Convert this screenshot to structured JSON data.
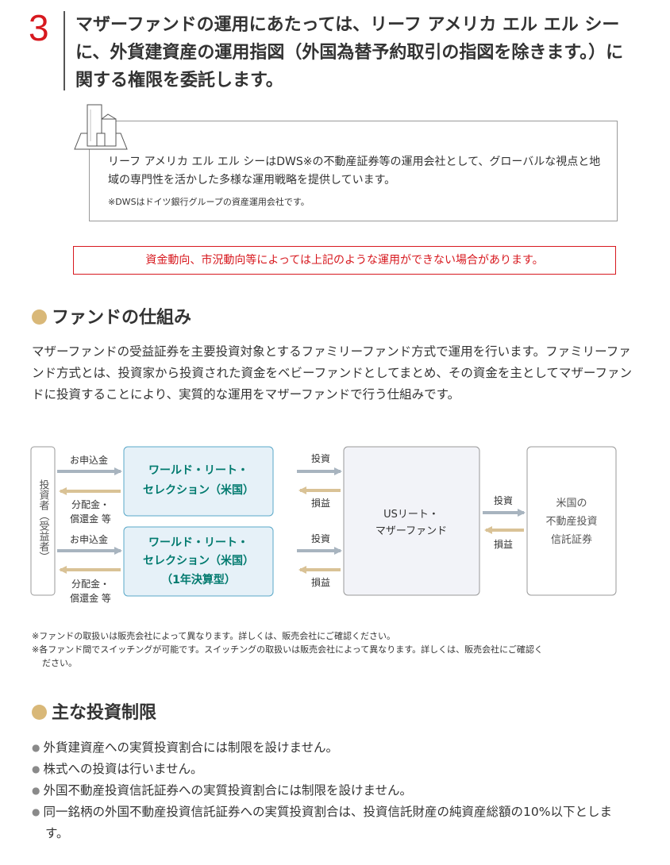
{
  "step": {
    "number": "3",
    "text": "マザーファンドの運用にあたっては、リーフ アメリカ エル エル シーに、外貨建資産の運用指図（外国為替予約取引の指図を除きます。）に関する権限を委託します。"
  },
  "info_box": {
    "body": "リーフ アメリカ エル エル シーはDWS※の不動産証券等の運用会社として、グローバルな視点と地域の専門性を活かした多様な運用戦略を提供しています。",
    "note": "※DWSはドイツ銀行グループの資産運用会社です。"
  },
  "warning": "資金動向、市況動向等によっては上記のような運用ができない場合があります。",
  "section1": {
    "title": "ファンドの仕組み",
    "body": "マザーファンドの受益証券を主要投資対象とするファミリーファンド方式で運用を行います。ファミリーファンド方式とは、投資家から投資された資金をベビーファンドとしてまとめ、その資金を主としてマザーファンドに投資することにより、実質的な運用をマザーファンドで行う仕組みです。"
  },
  "diagram": {
    "investor": "投資者（受益者）",
    "subscribe": "お申込金",
    "distribution_line1": "分配金・",
    "distribution_line2": "償還金 等",
    "invest": "投資",
    "gain_loss": "損益",
    "fund1_line1": "ワールド・リート・",
    "fund1_line2": "セレクション（米国）",
    "fund2_line1": "ワールド・リート・",
    "fund2_line2": "セレクション（米国）",
    "fund2_line3": "（1年決算型）",
    "mother_line1": "USリート・",
    "mother_line2": "マザーファンド",
    "target_line1": "米国の",
    "target_line2": "不動産投資",
    "target_line3": "信託証券",
    "colors": {
      "fund_text": "#007a6e",
      "fund_border": "#5aa8c8",
      "arrow_forward": "#a8b4bf",
      "arrow_back": "#d9c296"
    }
  },
  "notes": {
    "note1": "※ファンドの取扱いは販売会社によって異なります。詳しくは、販売会社にご確認ください。",
    "note2a": "※各ファンド間でスイッチングが可能です。スイッチングの取扱いは販売会社によって異なります。詳しくは、販売会社にご確認く",
    "note2b": "ださい。"
  },
  "section2": {
    "title": "主な投資制限",
    "items": [
      "外貨建資産への実質投資割合には制限を設けません。",
      "株式への投資は行いません。",
      "外国不動産投資信託証券への実質投資割合には制限を設けません。",
      "同一銘柄の外国不動産投資信託証券への実質投資割合は、投資信託財産の純資産総額の10%以下とします。"
    ]
  },
  "colors": {
    "accent_red": "#d7191f",
    "dot_gold": "#d9b878"
  }
}
